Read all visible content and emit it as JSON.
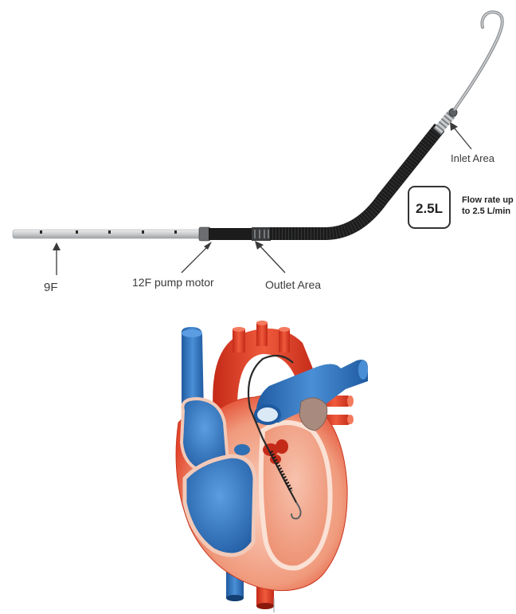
{
  "labels": {
    "size_9f": "9F",
    "pump_motor": "12F pump motor",
    "outlet_area": "Outlet Area",
    "inlet_area": "Inlet Area"
  },
  "flow_badge": {
    "value": "2.5L",
    "text_line1": "Flow rate up",
    "text_line2": "to 2.5 L/min"
  },
  "colors": {
    "oxygenated": "#e2452c",
    "deoxygenated": "#2f6fb3",
    "myocardium": "#f2a88f",
    "catheter_dark": "#1c1c1c",
    "catheter_light": "#cfd1d3"
  }
}
